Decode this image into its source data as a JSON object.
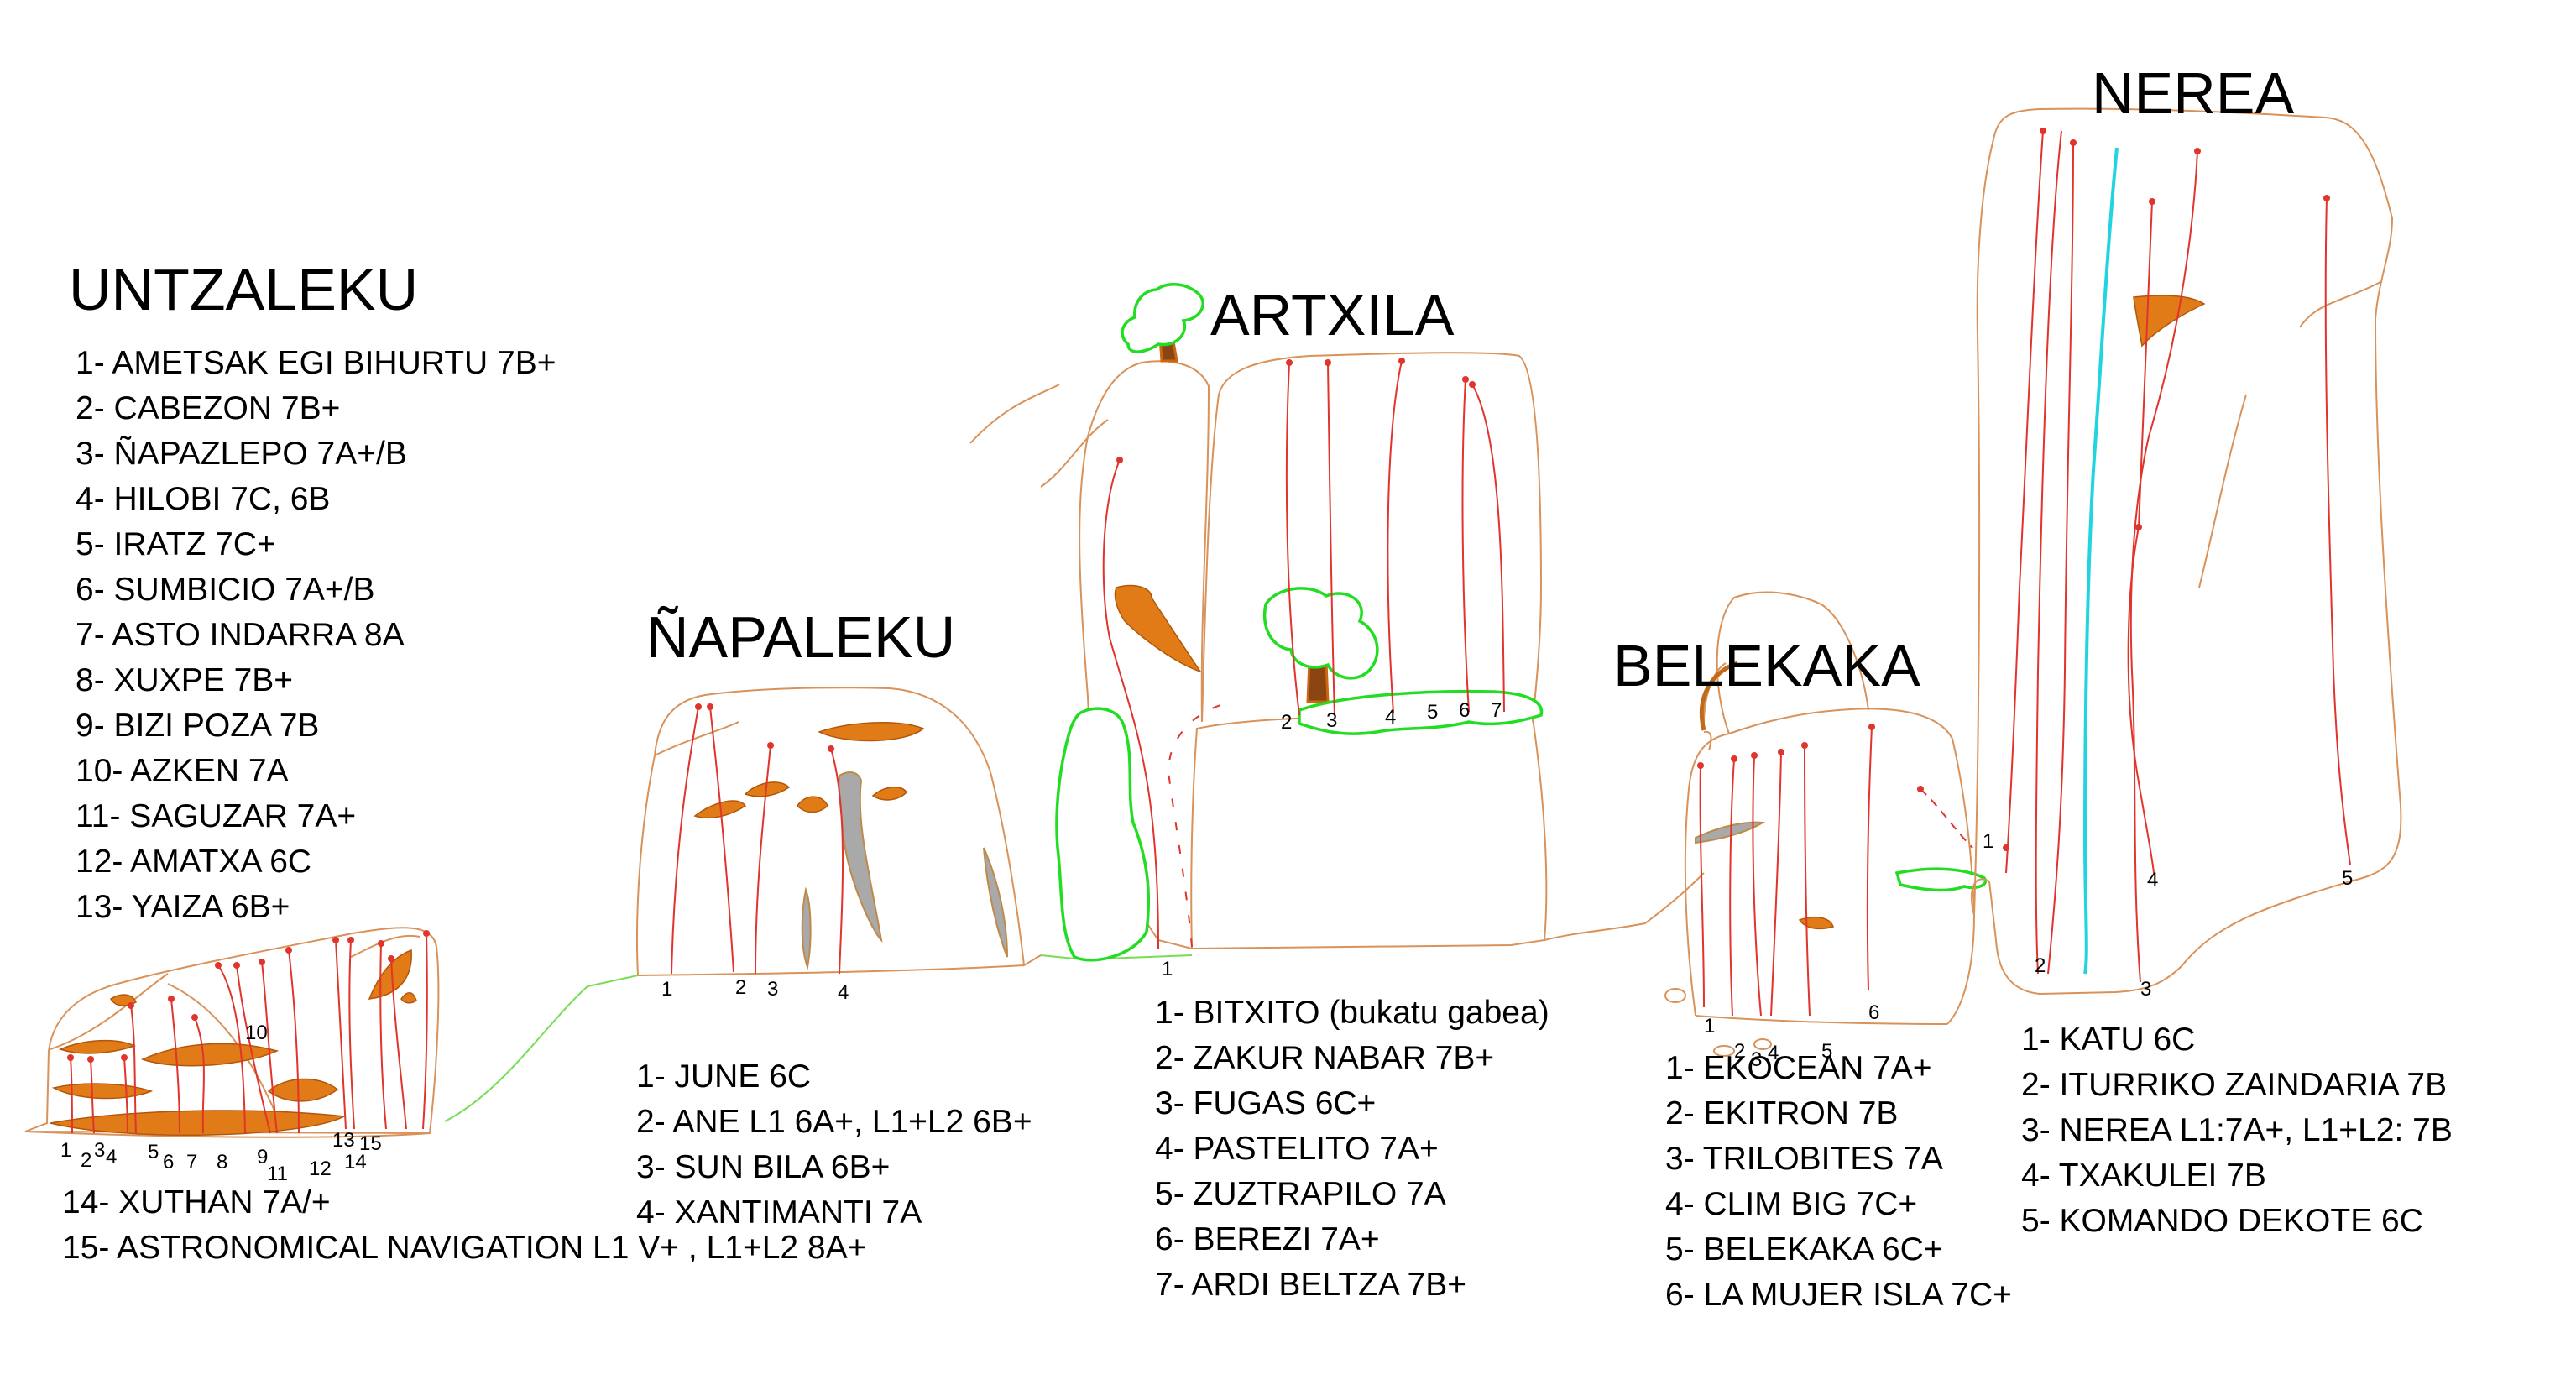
{
  "sectors": {
    "untzaleku": {
      "title": "UNTZALEKU",
      "routes": [
        "1- AMETSAK EGI BIHURTU 7B+",
        "2- CABEZON 7B+",
        "3- ÑAPAZLEPO 7A+/B",
        "4- HILOBI 7C, 6B",
        "5- IRATZ 7C+",
        "6- SUMBICIO 7A+/B",
        "7- ASTO INDARRA 8A",
        "8- XUXPE 7B+",
        "9- BIZI POZA 7B",
        "10- AZKEN 7A",
        "11- SAGUZAR 7A+",
        "12- AMATXA 6C",
        "13- YAIZA 6B+",
        "14- XUTHAN 7A/+",
        "15- ASTRONOMICAL NAVIGATION  L1 V+  , L1+L2 8A+"
      ],
      "wall_numbers": [
        "1",
        "2",
        "3",
        "4",
        "5",
        "6",
        "7",
        "8",
        "9",
        "10",
        "11",
        "12",
        "13",
        "14",
        "15"
      ]
    },
    "napaleku": {
      "title": "ÑAPALEKU",
      "routes": [
        "1- JUNE 6C",
        "2- ANE L1 6A+, L1+L2 6B+",
        "3- SUN BILA 6B+",
        "4- XANTIMANTI 7A"
      ],
      "wall_numbers": [
        "1",
        "2",
        "3",
        "4"
      ]
    },
    "artxila": {
      "title": "ARTXILA",
      "routes": [
        "1- BITXITO (bukatu gabea)",
        "2- ZAKUR NABAR 7B+",
        "3- FUGAS 6C+",
        "4- PASTELITO 7A+",
        "5- ZUZTRAPILO 7A",
        "6- BEREZI 7A+",
        "7- ARDI BELTZA 7B+"
      ],
      "wall_numbers": [
        "1",
        "2",
        "3",
        "4",
        "5",
        "6",
        "7"
      ]
    },
    "belekaka": {
      "title": "BELEKAKA",
      "routes": [
        "1- EKOCEAN 7A+",
        "2- EKITRON 7B",
        "3- TRILOBITES 7A",
        "4- CLIM BIG 7C+",
        "5- BELEKAKA 6C+",
        "6- LA MUJER ISLA 7C+"
      ],
      "wall_numbers": [
        "1",
        "2",
        "3",
        "4",
        "5",
        "6"
      ]
    },
    "nerea": {
      "title": "NEREA",
      "routes": [
        "1- KATU 6C",
        "2- ITURRIKO ZAINDARIA 7B",
        "3- NEREA L1:7A+,  L1+L2: 7B",
        "4- TXAKULEI 7B",
        "5- KOMANDO DEKOTE 6C"
      ],
      "wall_numbers": [
        "1",
        "2",
        "3",
        "4",
        "5"
      ]
    }
  },
  "colors": {
    "rock_outline": "#d8925a",
    "route_line": "#e0342c",
    "ledge_fill": "#e07b18",
    "vegetation": "#22dd22",
    "water_crack": "#22d3e0",
    "streak": "#a9a9a9"
  }
}
